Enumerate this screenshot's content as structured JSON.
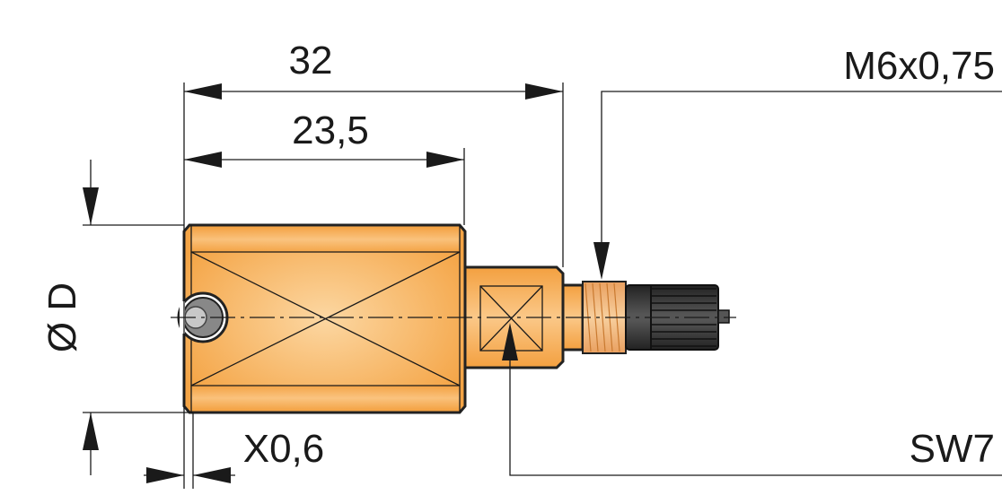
{
  "dimensions": {
    "overall_length": "32",
    "body_length": "23,5",
    "diameter": "Ø D",
    "chamfer": "X0,6",
    "thread": "M6x0,75",
    "wrench_size": "SW7"
  },
  "colors": {
    "body": "#f5a74a",
    "body_light": "#fbd39a",
    "knurl": "#2a2a2a",
    "line": "#1a1a1a"
  }
}
